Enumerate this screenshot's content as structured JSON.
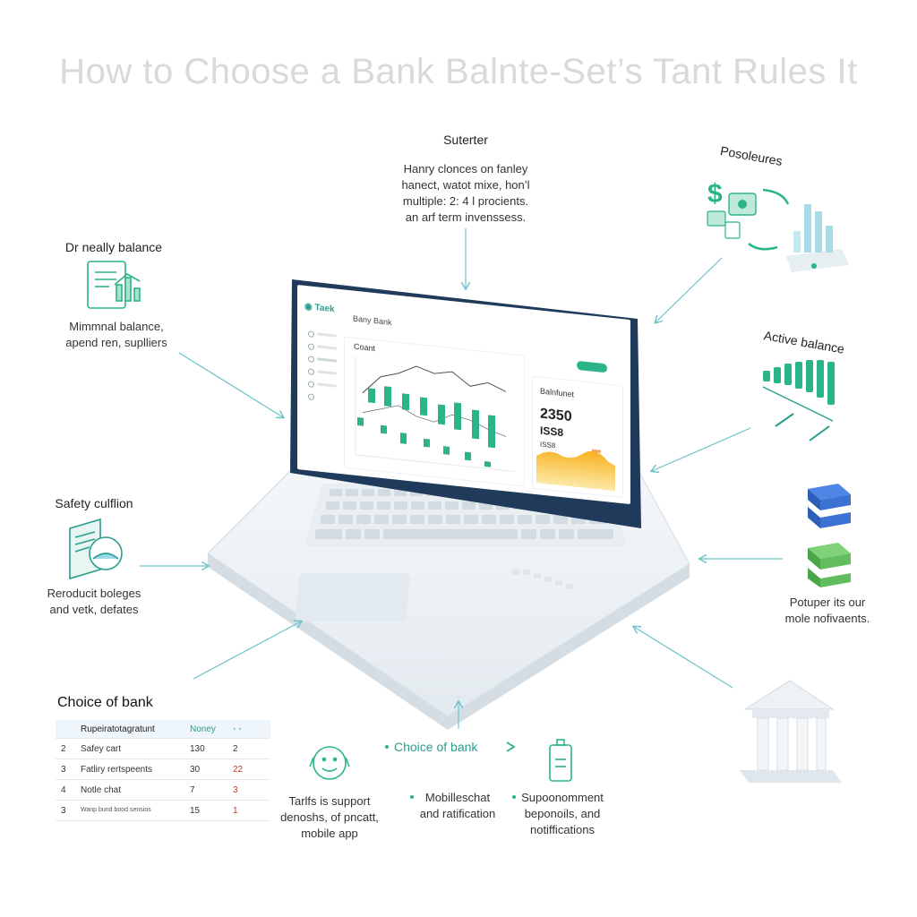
{
  "title": "How to Choose a Bank Balnte-Set’s Tant Rules It",
  "top_center": {
    "label": "Suterter",
    "lines": [
      "Hanry clonces on fanley",
      "hanect, watot mixe, hon’l",
      "multiple: 2: 4 l procients.",
      "an arf term invenssess."
    ]
  },
  "top_right": {
    "label": "Posoleures"
  },
  "left_1": {
    "label": "Dr neally balance",
    "lines": [
      "Mimmnal balance,",
      "apend ren, suplliers"
    ]
  },
  "left_2": {
    "label": "Safety culflion",
    "lines": [
      "Reroducit boleges",
      "and vetk, defates"
    ]
  },
  "right_1": {
    "label": "Active balance"
  },
  "right_2": {
    "lines": [
      "Potuper its our",
      "mole nofivaents."
    ]
  },
  "screen": {
    "logo": "Taek",
    "subtitle": "Bany Bank",
    "chart_label": "Coant",
    "balance_title": "Balnfunet",
    "balance_value_1": "2350",
    "balance_value_2": "ISS8",
    "balance_value_3": "ISS8"
  },
  "bottom": {
    "choice_label": "Choice of bank",
    "col1": [
      "Tarlfs is support",
      "denoshs, of pncatt,",
      "mobile app"
    ],
    "col2": [
      "Mobilleschat",
      "and ratification"
    ],
    "col3": [
      "Supoonomment",
      "beponoils, and",
      "notiffications"
    ]
  },
  "table": {
    "title": "Choice of bank",
    "headers": [
      "",
      "Rupeiratotagratunt",
      "Noney",
      "◦ ◦"
    ],
    "rows": [
      {
        "idx": "2",
        "name": "Safey cart",
        "v1": "130",
        "v2": "2",
        "red": false
      },
      {
        "idx": "3",
        "name": "Fatliry rertspeents",
        "v1": "30",
        "v2": "22",
        "red": true
      },
      {
        "idx": "4",
        "name": "Notle chat",
        "v1": "7",
        "v2": "3",
        "red": true
      },
      {
        "idx": "3",
        "name": "Wanp bund bood sensios",
        "v1": "15",
        "v2": "1",
        "red": true
      }
    ]
  },
  "colors": {
    "teal": "#2bb38a",
    "teal_dark": "#2a9d8f",
    "amber": "#f6b92b",
    "navy": "#1f3a5a",
    "arrow": "#6cc3c9"
  },
  "icons": [
    "document-chart-icon",
    "money-exchange-icon",
    "bar-chart-icon",
    "brochure-icon",
    "database-stack-icon",
    "bank-building-icon",
    "support-face-icon",
    "phone-icon"
  ]
}
